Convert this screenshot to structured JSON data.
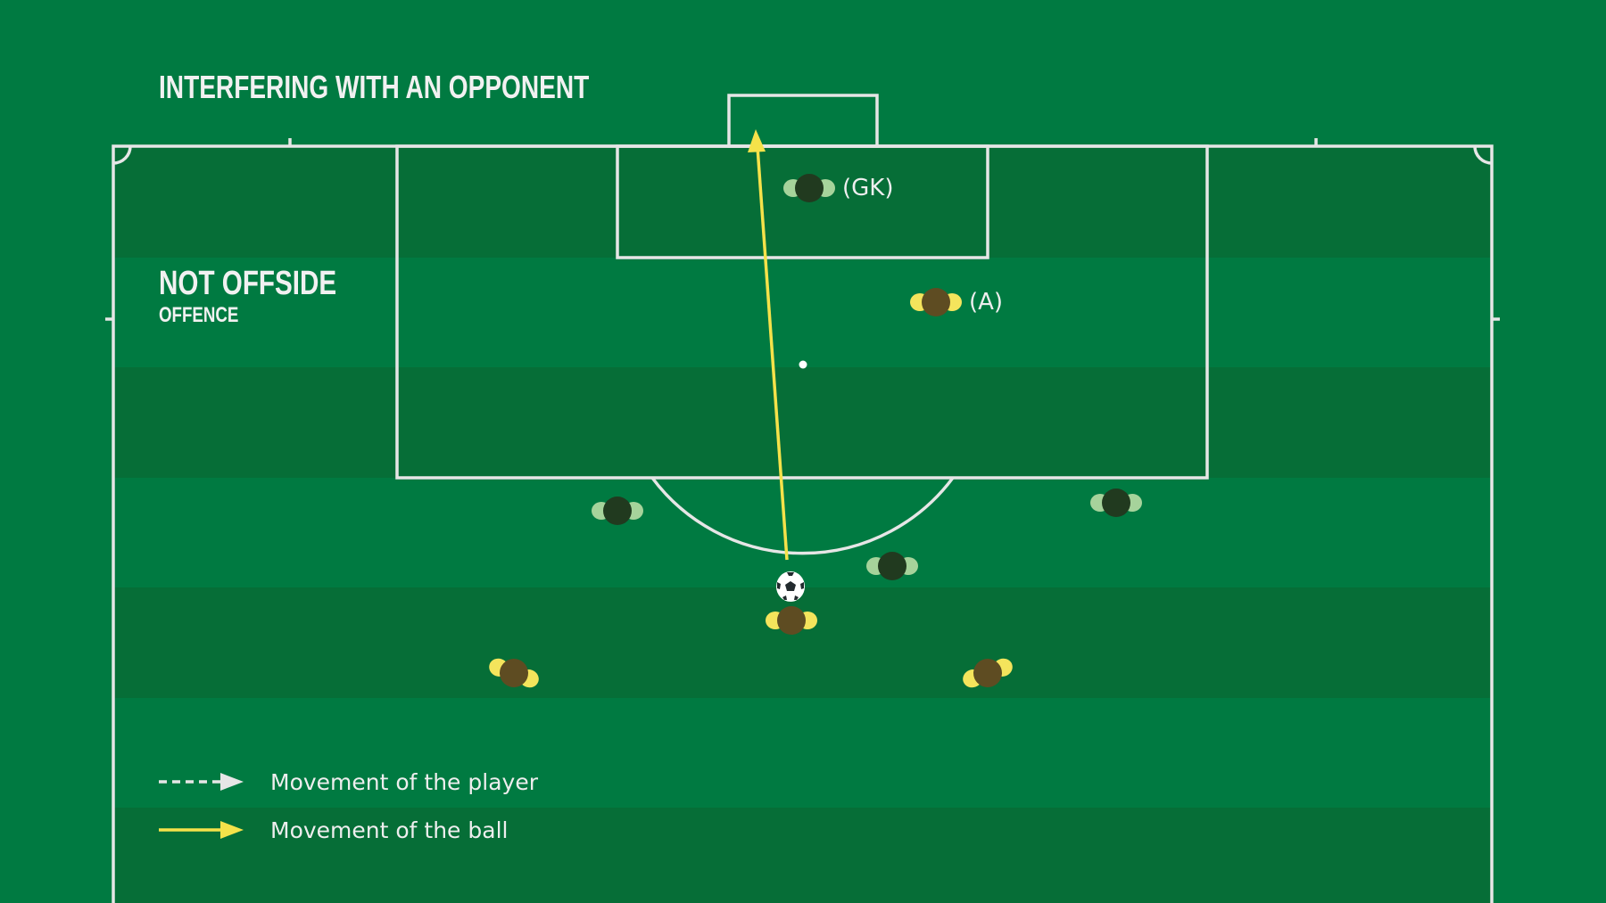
{
  "title": "INTERFERING WITH AN OPPONENT",
  "verdict": {
    "main": "NOT OFFSIDE",
    "sub": "OFFENCE"
  },
  "players": {
    "goalkeeper_label": "(GK)",
    "attacker_a_label": "(A)"
  },
  "legend": {
    "player_movement": "Movement of the player",
    "ball_movement": "Movement of the ball"
  },
  "colors": {
    "pitch_light": "#007a41",
    "pitch_dark": "#066e37",
    "lines": "#e6e6e6",
    "ball_path": "#f5e24a",
    "attacker_shirt": "#5e4c22",
    "attacker_arms": "#f4e45c",
    "defender_shirt": "#213a1f",
    "defender_arms": "#a6d39b"
  }
}
